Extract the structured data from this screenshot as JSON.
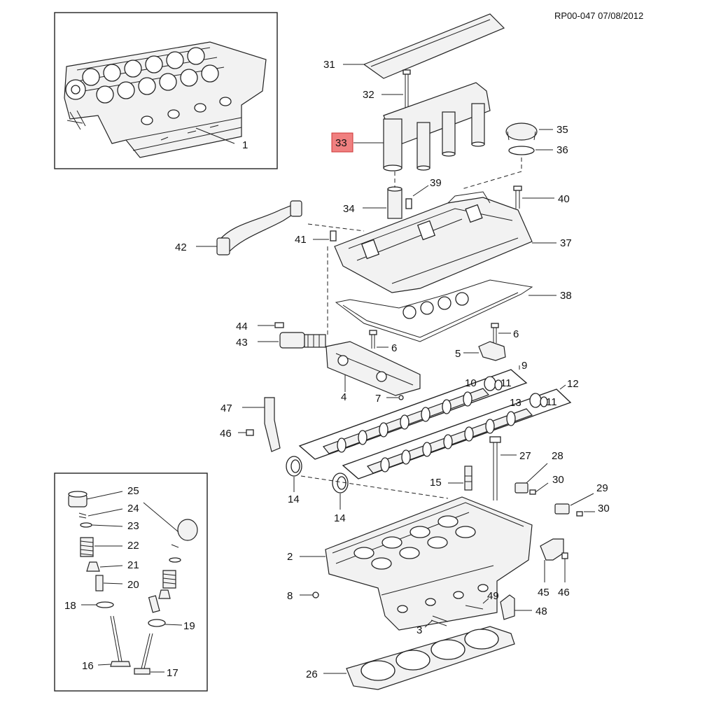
{
  "header": {
    "reference": "RP00-047 07/08/2012"
  },
  "highlight_color": "#f08080",
  "highlighted_part": "33",
  "callouts": {
    "c1": "1",
    "c2": "2",
    "c3": "3",
    "c4": "4",
    "c5": "5",
    "c6a": "6",
    "c6b": "6",
    "c7": "7",
    "c8": "8",
    "c9": "9",
    "c10": "10",
    "c11a": "11",
    "c11b": "11",
    "c12": "12",
    "c13": "13",
    "c14a": "14",
    "c14b": "14",
    "c15": "15",
    "c16": "16",
    "c17": "17",
    "c18": "18",
    "c19": "19",
    "c20": "20",
    "c21": "21",
    "c22": "22",
    "c23": "23",
    "c24": "24",
    "c25": "25",
    "c26": "26",
    "c27": "27",
    "c28": "28",
    "c29": "29",
    "c30a": "30",
    "c30b": "30",
    "c31": "31",
    "c32": "32",
    "c33": "33",
    "c34": "34",
    "c35": "35",
    "c36": "36",
    "c37": "37",
    "c38": "38",
    "c39": "39",
    "c40": "40",
    "c41": "41",
    "c42": "42",
    "c43": "43",
    "c44": "44",
    "c45": "45",
    "c46a": "46",
    "c46b": "46",
    "c47": "47",
    "c48": "48",
    "c49": "49"
  }
}
